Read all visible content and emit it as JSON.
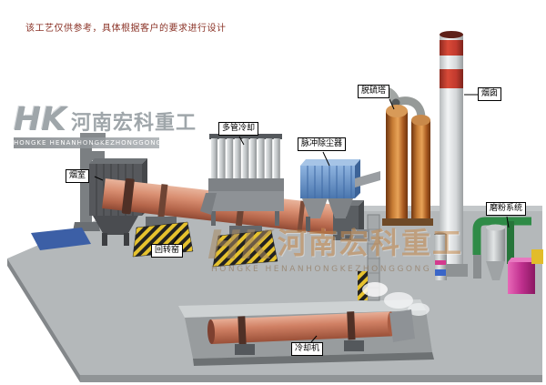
{
  "page": {
    "disclaimer": "该工艺仅供参考，具体根据客户的要求进行设计"
  },
  "brand": {
    "logo_text": "HK",
    "company_cn": "河南宏科重工",
    "company_en": "HONGKE HENANHONGKEZHONGGONG"
  },
  "watermark": {
    "logo_text": "HK",
    "company_cn": "河南宏科重工",
    "company_en": "HONGKE HENANHONGKEZHONGGONG"
  },
  "equipment_labels": {
    "smoke_chamber": "烟室",
    "multi_tube_cooler": "多管冷却",
    "pulse_dust_collector": "脉冲除尘器",
    "desulfurization_tower": "脱硫塔",
    "chimney": "烟囱",
    "grinding_system": "磨粉系统",
    "rotary_kiln": "回转窑",
    "cooling_machine": "冷却机"
  },
  "colors": {
    "kiln_body": "#c97d5f",
    "pulse_collector_blue": "#5d88c0",
    "desulfurization_copper": "#c57a33",
    "chimney_band_red": "#c23a2e",
    "grinding_duct_green": "#2f8b47",
    "grinding_mill_magenta": "#c0308e",
    "support_hazard_yellow": "#e6c22e",
    "platform_gray": "#b4b8ba",
    "disclaimer_text": "#8a3226"
  }
}
